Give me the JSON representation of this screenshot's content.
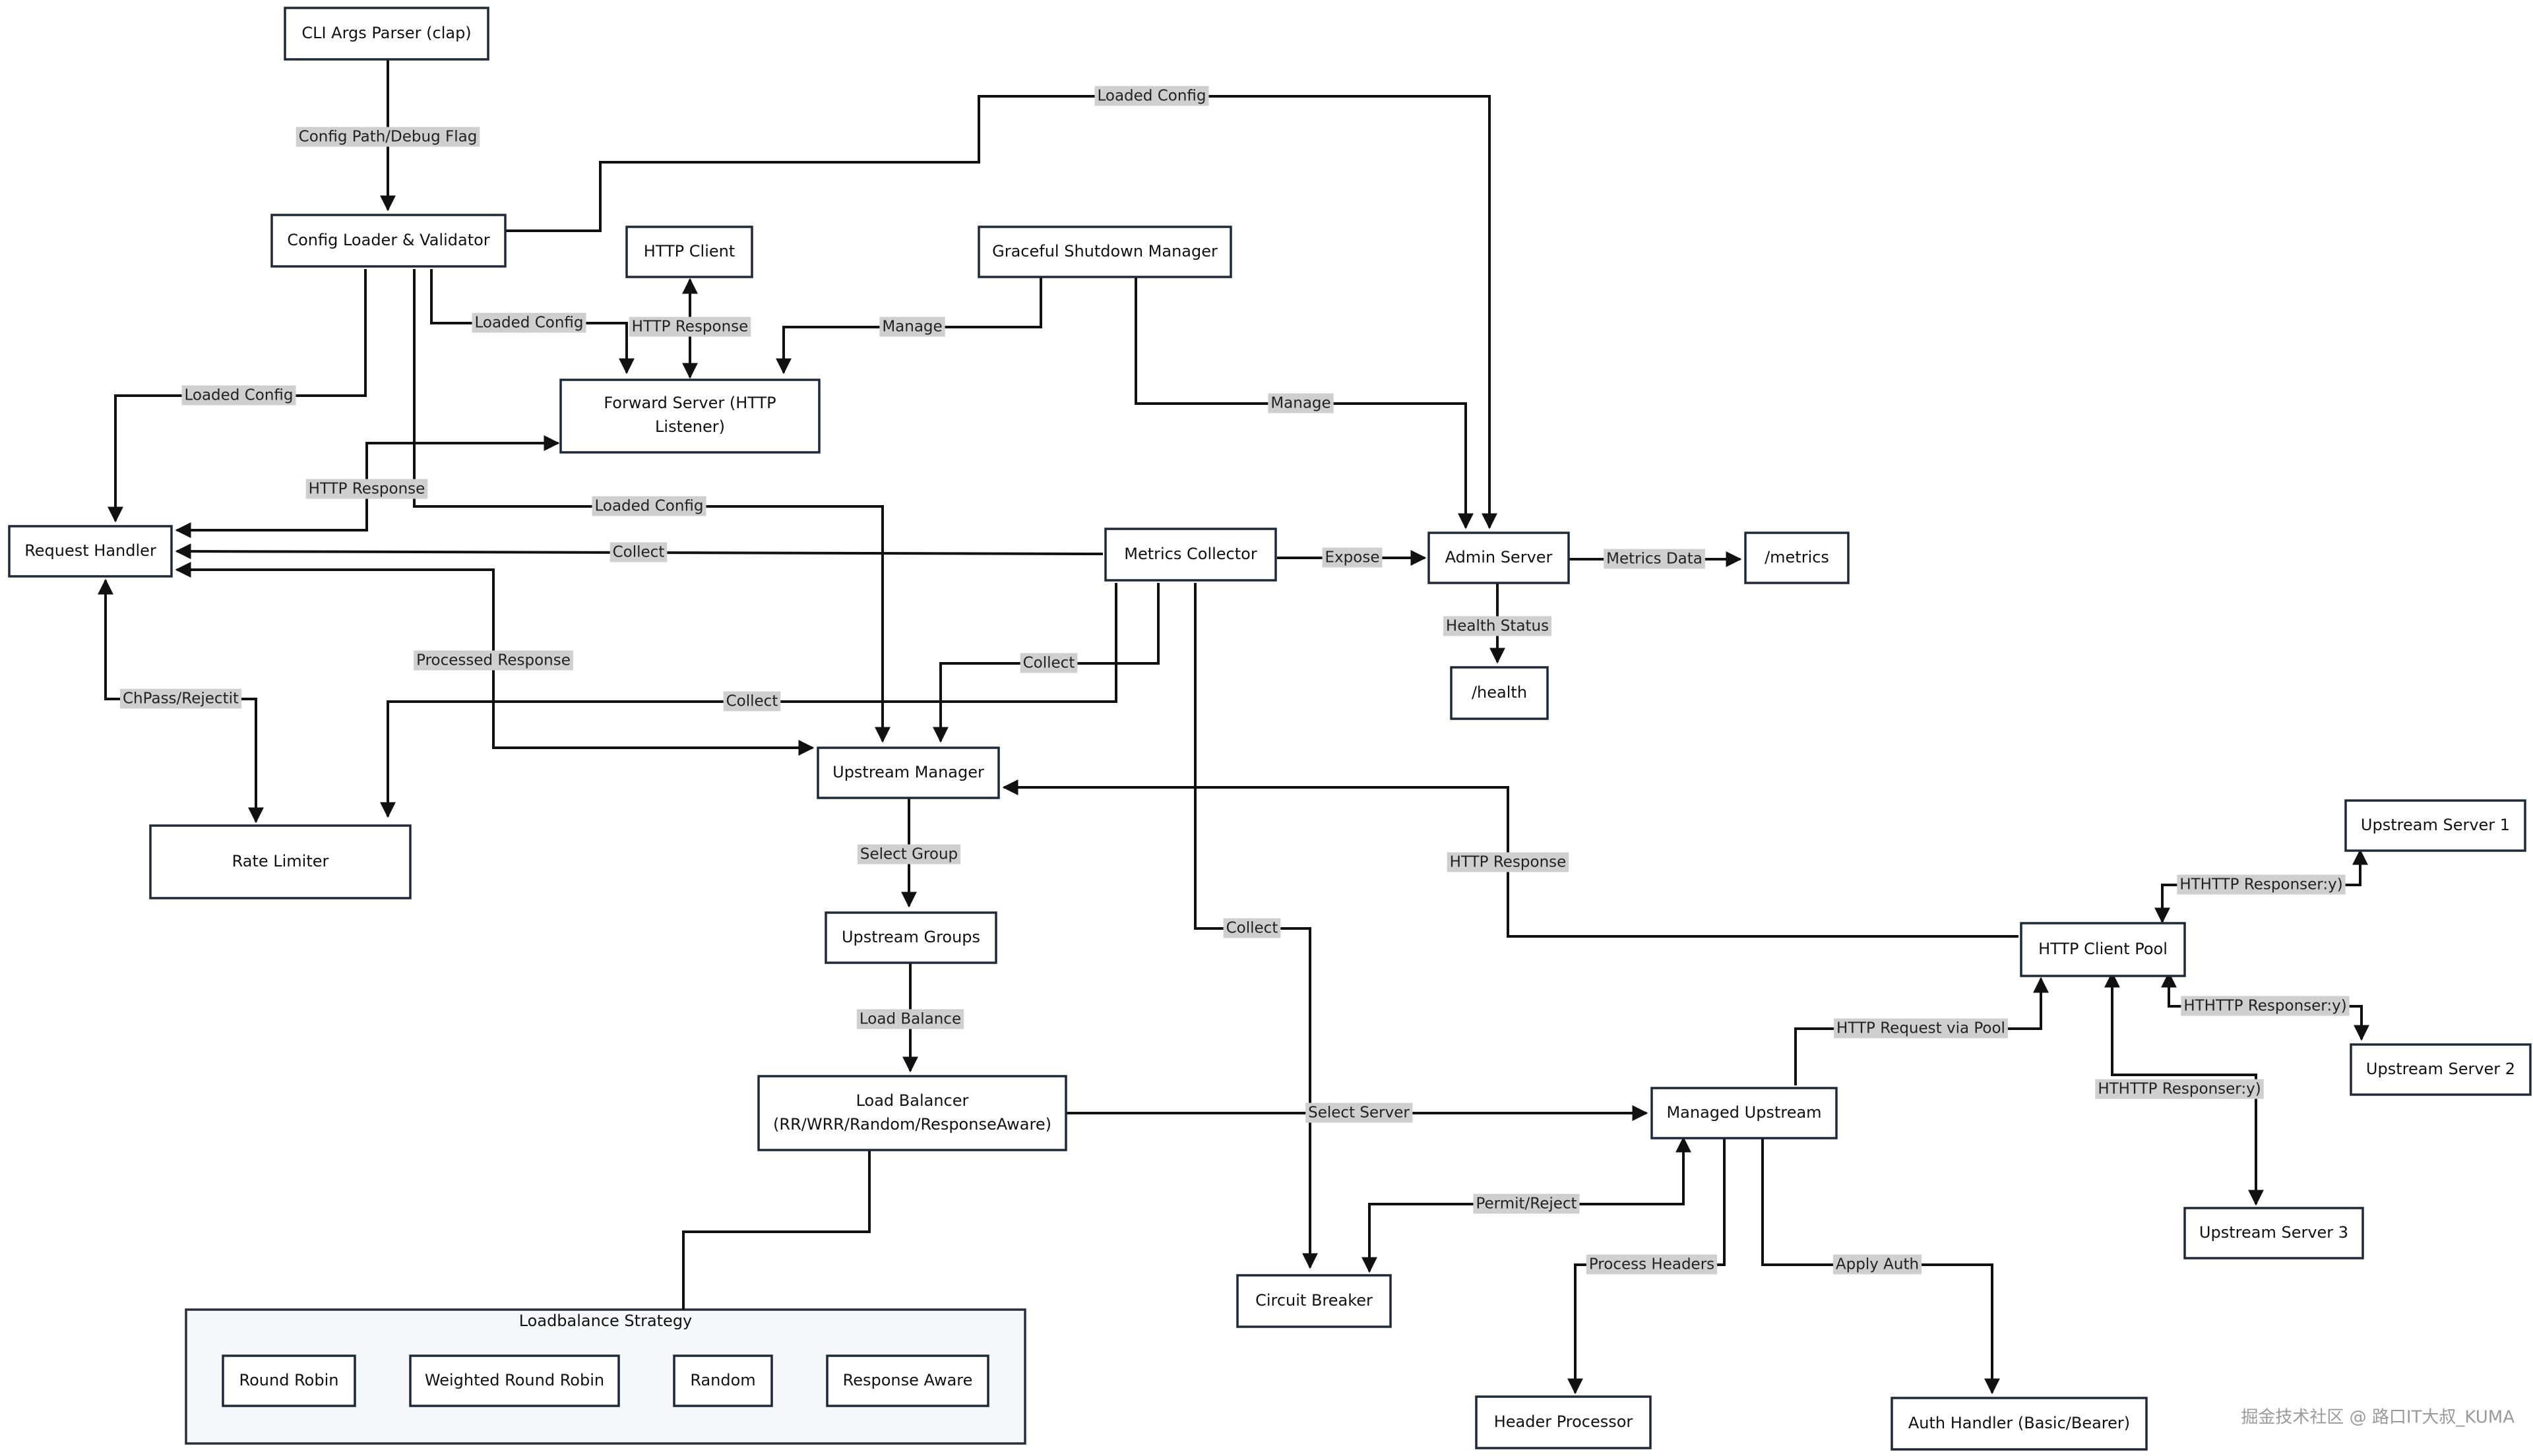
{
  "diagram": {
    "nodes": {
      "cli": "CLI Args Parser (clap)",
      "config": "Config Loader & Validator",
      "http_client": "HTTP Client",
      "shutdown": "Graceful Shutdown Manager",
      "forward": [
        "Forward Server (HTTP",
        "Listener)"
      ],
      "request_handler": "Request Handler",
      "metrics": "Metrics Collector",
      "admin": "Admin Server",
      "metrics_ep": "/metrics",
      "health_ep": "/health",
      "rate_limiter": "Rate Limiter",
      "upstream_manager": "Upstream Manager",
      "upstream_groups": "Upstream Groups",
      "load_balancer": [
        "Load Balancer",
        "(RR/WRR/Random/ResponseAware)"
      ],
      "managed_upstream": "Managed Upstream",
      "circuit_breaker": "Circuit Breaker",
      "header_processor": "Header Processor",
      "auth_handler": "Auth Handler (Basic/Bearer)",
      "http_client_pool": "HTTP Client Pool",
      "upstream_server_1": "Upstream Server 1",
      "upstream_server_2": "Upstream Server 2",
      "upstream_server_3": "Upstream Server 3"
    },
    "cluster": {
      "title": "Loadbalance Strategy",
      "items": [
        "Round Robin",
        "Weighted Round Robin",
        "Random",
        "Response Aware"
      ]
    },
    "edge_labels": {
      "cli_config": "Config Path/Debug Flag",
      "config_admin": "Loaded Config",
      "config_forward": "Loaded Config",
      "config_request": "Loaded Config",
      "config_upstream": "Loaded Config",
      "forward_client": "HTTP Response",
      "shutdown_forward": "Manage",
      "shutdown_admin": "Manage",
      "forward_request": "HTTP Response",
      "metrics_request": "Collect",
      "metrics_upstream": "Collect",
      "metrics_rate": "Collect",
      "metrics_circuit": "Collect",
      "metrics_admin": "Expose",
      "admin_metrics": "Metrics Data",
      "admin_health": "Health Status",
      "request_upstream": "Processed Response",
      "request_rate": "ChPass/Rejectit",
      "upstream_groups": "Select Group",
      "groups_lb": "Load Balance",
      "lb_managed": "Select Server",
      "pool_upstream": "HTTP Response",
      "managed_pool": "HTTP Request via Pool",
      "managed_circuit": "Permit/Reject",
      "managed_header": "Process Headers",
      "managed_auth": "Apply Auth",
      "pool_s1": "HTHTTP Responser:y)",
      "pool_s2": "HTHTTP Responser:y)",
      "pool_s3": "HTHTTP Responser:y)"
    },
    "watermark": "掘金技术社区 @ 路口IT大叔_KUMA"
  }
}
